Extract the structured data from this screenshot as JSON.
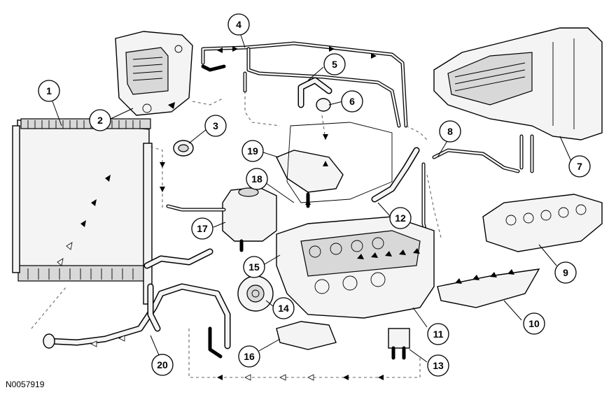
{
  "figure_id": "N0057919",
  "callouts": [
    {
      "id": "1",
      "label": "1"
    },
    {
      "id": "2",
      "label": "2"
    },
    {
      "id": "3",
      "label": "3"
    },
    {
      "id": "4",
      "label": "4"
    },
    {
      "id": "5",
      "label": "5"
    },
    {
      "id": "6",
      "label": "6"
    },
    {
      "id": "7",
      "label": "7"
    },
    {
      "id": "8",
      "label": "8"
    },
    {
      "id": "9",
      "label": "9"
    },
    {
      "id": "10",
      "label": "10"
    },
    {
      "id": "11",
      "label": "11"
    },
    {
      "id": "12",
      "label": "12"
    },
    {
      "id": "13",
      "label": "13"
    },
    {
      "id": "14",
      "label": "14"
    },
    {
      "id": "15",
      "label": "15"
    },
    {
      "id": "16",
      "label": "16"
    },
    {
      "id": "17",
      "label": "17"
    },
    {
      "id": "18",
      "label": "18"
    },
    {
      "id": "19",
      "label": "19"
    },
    {
      "id": "20",
      "label": "20"
    }
  ],
  "colors": {
    "line": "#000000",
    "background": "#ffffff",
    "flow_arrow_black": "#000000",
    "flow_arrow_white": "#ffffff"
  }
}
